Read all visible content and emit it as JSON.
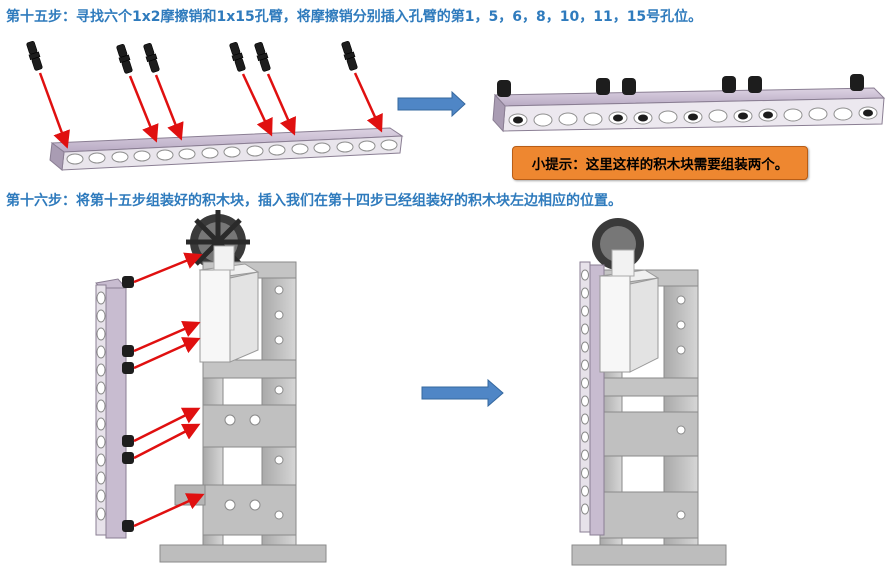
{
  "step15": {
    "text": "第十五步：寻找六个1x2摩擦销和1x15孔臂，将摩擦销分别插入孔臂的第1，5，6，8，10，11，15号孔位。"
  },
  "tip": {
    "text": "小提示：这里这样的积木块需要组装两个。"
  },
  "step16": {
    "text": "第十六步：将第十五步组装好的积木块，插入我们在第十四步已经组装好的积木块左边相应的位置。"
  },
  "colors": {
    "heading": "#2f7bbd",
    "arrow": "#e01010",
    "beam": "#c8bcd0",
    "tip_bg": "#ee8730",
    "flow_arrow": "#4f86c6"
  },
  "icons": {
    "pin": "friction-pin-icon",
    "beam": "beam-1x15-icon",
    "flow": "right-arrow-icon"
  }
}
